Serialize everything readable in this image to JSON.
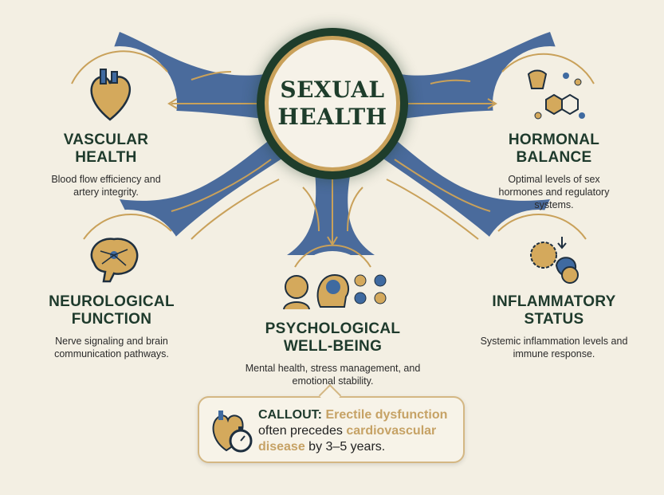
{
  "center": {
    "title": "SEXUAL HEALTH"
  },
  "nodes": [
    {
      "id": "vascular",
      "title": "VASCULAR HEALTH",
      "description": "Blood flow efficiency and artery integrity.",
      "icon": "heart-icon"
    },
    {
      "id": "hormonal",
      "title": "HORMONAL BALANCE",
      "description": "Optimal levels of sex hormones and regulatory systems.",
      "icon": "hormone-molecule-icon"
    },
    {
      "id": "neurological",
      "title": "NEUROLOGICAL FUNCTION",
      "description": "Nerve signaling and brain communication pathways.",
      "icon": "brain-icon"
    },
    {
      "id": "psychological",
      "title": "PSYCHOLOGICAL WELL-BEING",
      "description": "Mental health, stress management, and emotional stability.",
      "icon": "people-mind-icon"
    },
    {
      "id": "inflammatory",
      "title": "INFLAMMATORY STATUS",
      "description": "Systemic inflammation levels and immune response.",
      "icon": "cells-icon"
    }
  ],
  "callout": {
    "label": "CALLOUT:",
    "highlight1": "Erectile dysfunction",
    "text1": "often precedes",
    "highlight2": "cardiovascular disease",
    "text2": "by 3–5 years.",
    "icon": "heart-stopwatch-icon"
  },
  "colors": {
    "hub": "#1e3d2b",
    "gold": "#c9a15a",
    "blue": "#4a6b9c",
    "background": "#f3efe3"
  }
}
